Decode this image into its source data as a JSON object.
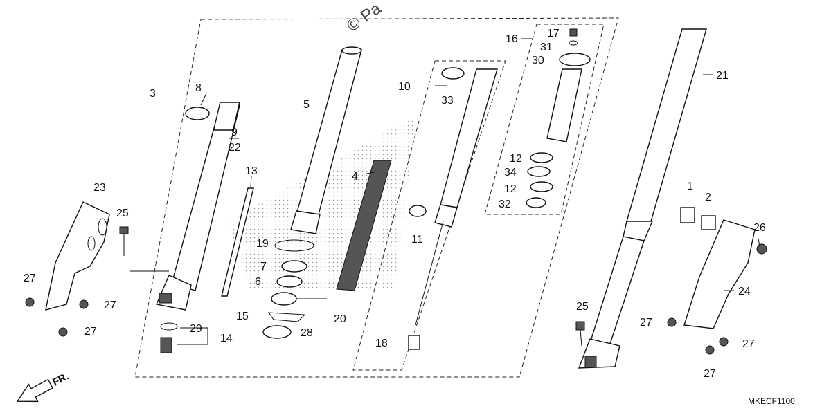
{
  "watermark": "© Pa",
  "diagram_code": "MKECF1100",
  "front_arrow_label": "FR.",
  "callouts": [
    "1",
    "2",
    "3",
    "4",
    "5",
    "6",
    "7",
    "8",
    "9",
    "10",
    "11",
    "12",
    "12",
    "13",
    "14",
    "15",
    "16",
    "17",
    "18",
    "19",
    "20",
    "21",
    "22",
    "23",
    "24",
    "25",
    "25",
    "26",
    "27",
    "27",
    "27",
    "27",
    "27",
    "27",
    "28",
    "29",
    "30",
    "31",
    "32",
    "33",
    "34"
  ],
  "colors": {
    "line": "#111111",
    "background": "#ffffff",
    "shade": "#555555"
  }
}
